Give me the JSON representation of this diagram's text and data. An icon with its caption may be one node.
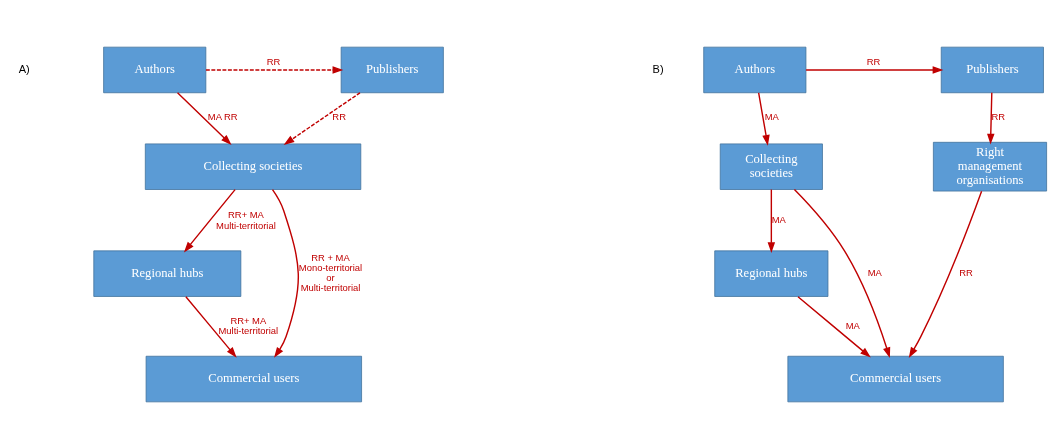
{
  "diagram": {
    "nodes": [
      {
        "text": [
          "Authors"
        ]
      },
      {
        "text": [
          "Publishers"
        ]
      },
      {
        "text": [
          "Collecting societies"
        ]
      },
      {
        "text": [
          "Regional hubs"
        ]
      },
      {
        "text": [
          "Commercial users"
        ]
      },
      {
        "text": [
          "Authors"
        ]
      },
      {
        "text": [
          "Publishers"
        ]
      },
      {
        "text": [
          "Collecting societies"
        ]
      },
      {
        "text": [
          "Right management organisations"
        ]
      },
      {
        "text": [
          "Regional hubs"
        ]
      },
      {
        "text": [
          "Commercial users"
        ]
      }
    ],
    "edges": [
      {
        "from": 0,
        "to": 1,
        "arrow": "to",
        "label": "RR",
        "style": "dashed"
      },
      {
        "from": 0,
        "to": 2,
        "arrow": "to",
        "label": "MA RR"
      },
      {
        "from": 1,
        "to": 2,
        "arrow": "to",
        "label": "RR",
        "style": "dashed"
      },
      {
        "from": 2,
        "to": 3,
        "arrow": "to",
        "label": "RR+ MA Multi-territorial"
      },
      {
        "from": 2,
        "to": 4,
        "arrow": "to",
        "label": "RR + MA Mono-territorial or Multi-territorial"
      },
      {
        "from": 3,
        "to": 4,
        "arrow": "to",
        "label": "RR+ MA Multi-territorial"
      },
      {
        "from": 5,
        "to": 6,
        "arrow": "to",
        "label": "RR"
      },
      {
        "from": 5,
        "to": 7,
        "arrow": "to",
        "label": "MA"
      },
      {
        "from": 6,
        "to": 8,
        "arrow": "to",
        "label": "RR"
      },
      {
        "from": 7,
        "to": 9,
        "arrow": "to",
        "label": "MA"
      },
      {
        "from": 7,
        "to": 10,
        "arrow": "to",
        "label": "MA"
      },
      {
        "from": 8,
        "to": 10,
        "arrow": "to",
        "label": "RR"
      },
      {
        "from": 9,
        "to": 10,
        "arrow": "to",
        "label": "MA"
      }
    ],
    "labels": [
      "A)",
      "B)"
    ]
  }
}
